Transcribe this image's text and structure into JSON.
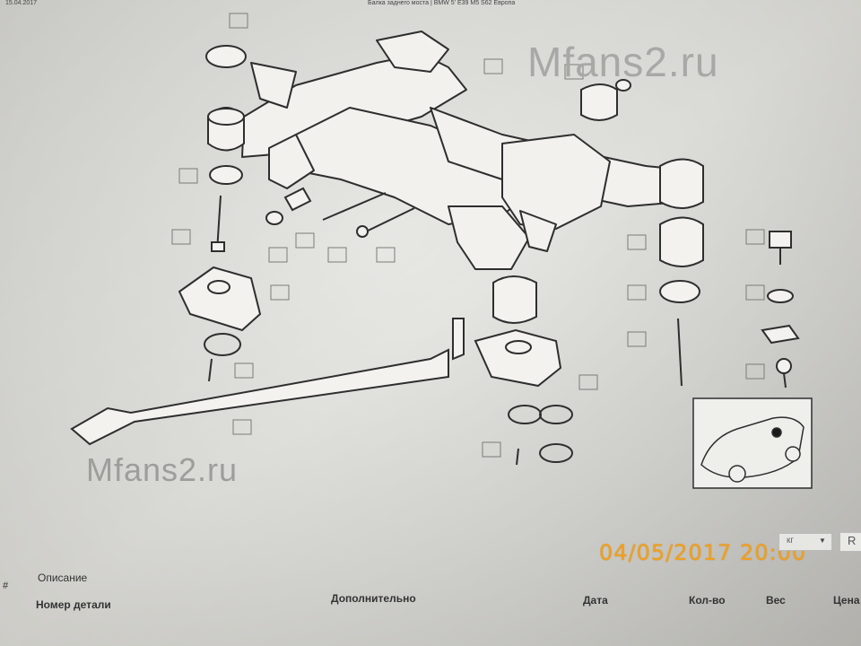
{
  "header": {
    "date": "15.04.2017",
    "title": "Балка заднего моста | BMW 5' E39 M5 S62 Европа"
  },
  "watermarks": [
    "Mfans2.ru",
    "Mfans2.ru"
  ],
  "timestamp": "04/05/2017 20:00",
  "unit_select": {
    "value": "кг"
  },
  "r_button": {
    "label": "R"
  },
  "table": {
    "hash": "#",
    "description_label": "Описание",
    "columns": [
      "Номер детали",
      "Дополнительно",
      "Дата",
      "Кол-во",
      "Вес",
      "Цена"
    ]
  },
  "colors": {
    "paper": "#dededb",
    "ink": "#2f2f2f",
    "stamp": "#f0a020"
  }
}
